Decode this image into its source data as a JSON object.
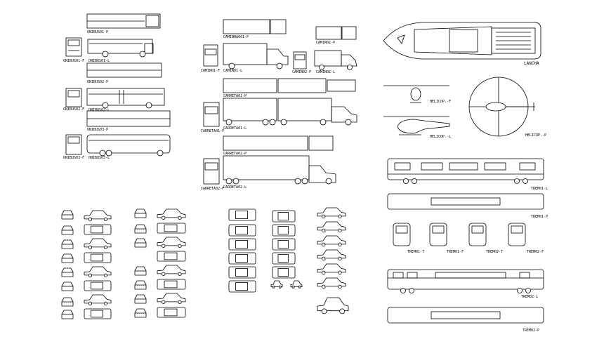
{
  "labels": {
    "lancha": "LANCHA",
    "helicop_f": "HELICOP.-F",
    "helicop_l": "HELICOP.-L",
    "helicop_p": "HELICOP.-P",
    "trem01_l": "TREM01-L",
    "trem01_p": "TREM01-P",
    "trem01_t": "TREM01-T",
    "trem01_f": "TREM01-F",
    "trem02_t": "TREM02-T",
    "trem02_f": "TREM02-F",
    "trem02_l": "TREM02-L",
    "trem02_p": "TREM02-P"
  }
}
